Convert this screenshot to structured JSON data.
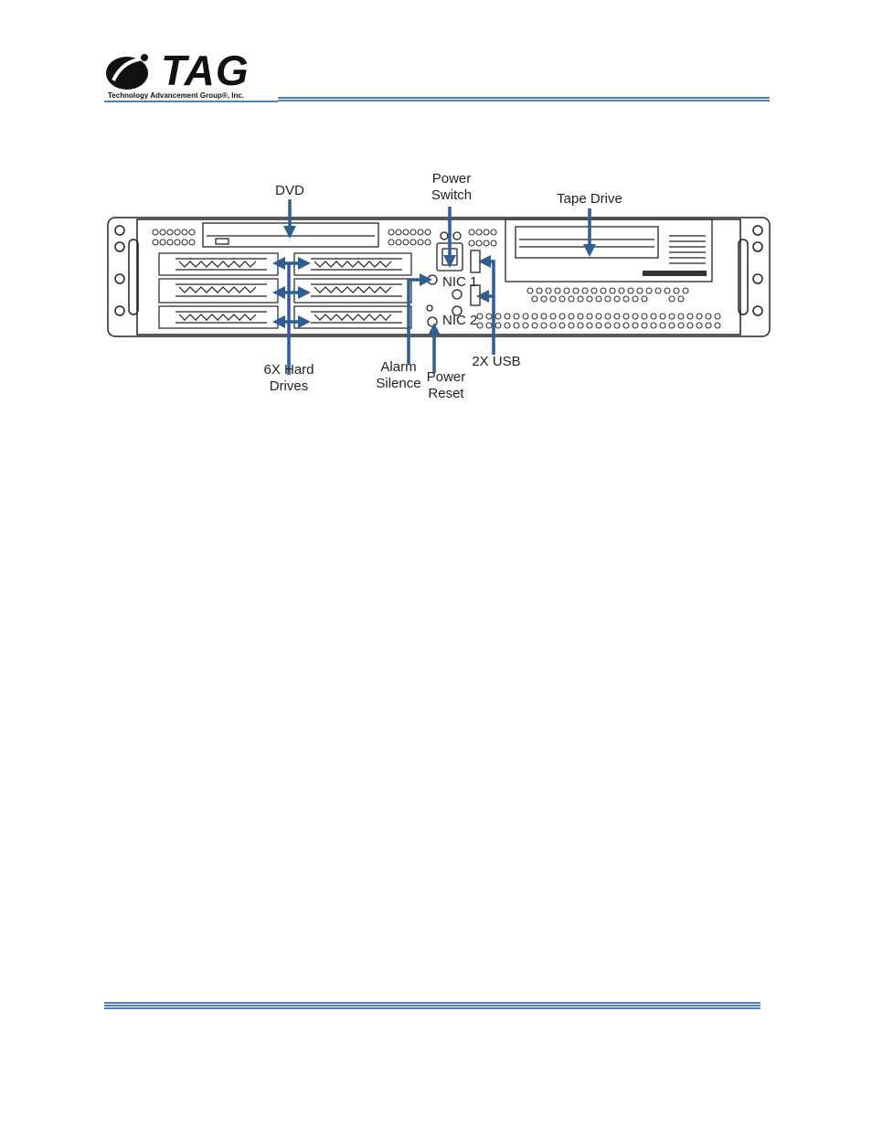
{
  "header": {
    "logo_text": "TAG",
    "logo_subtitle": "Technology Advancement Group®, Inc."
  },
  "diagram": {
    "labels": {
      "dvd": "DVD",
      "power_switch": "Power\nSwitch",
      "tape_drive": "Tape Drive",
      "nic1": "NIC 1",
      "nic2": "NIC 2",
      "usb": "2X USB",
      "hard_drives": "6X Hard\nDrives",
      "alarm_silence": "Alarm\nSilence",
      "power_reset": "Power\nReset"
    },
    "arrow_color": "#2e5e95"
  },
  "colors": {
    "accent": "#4f81bd"
  }
}
